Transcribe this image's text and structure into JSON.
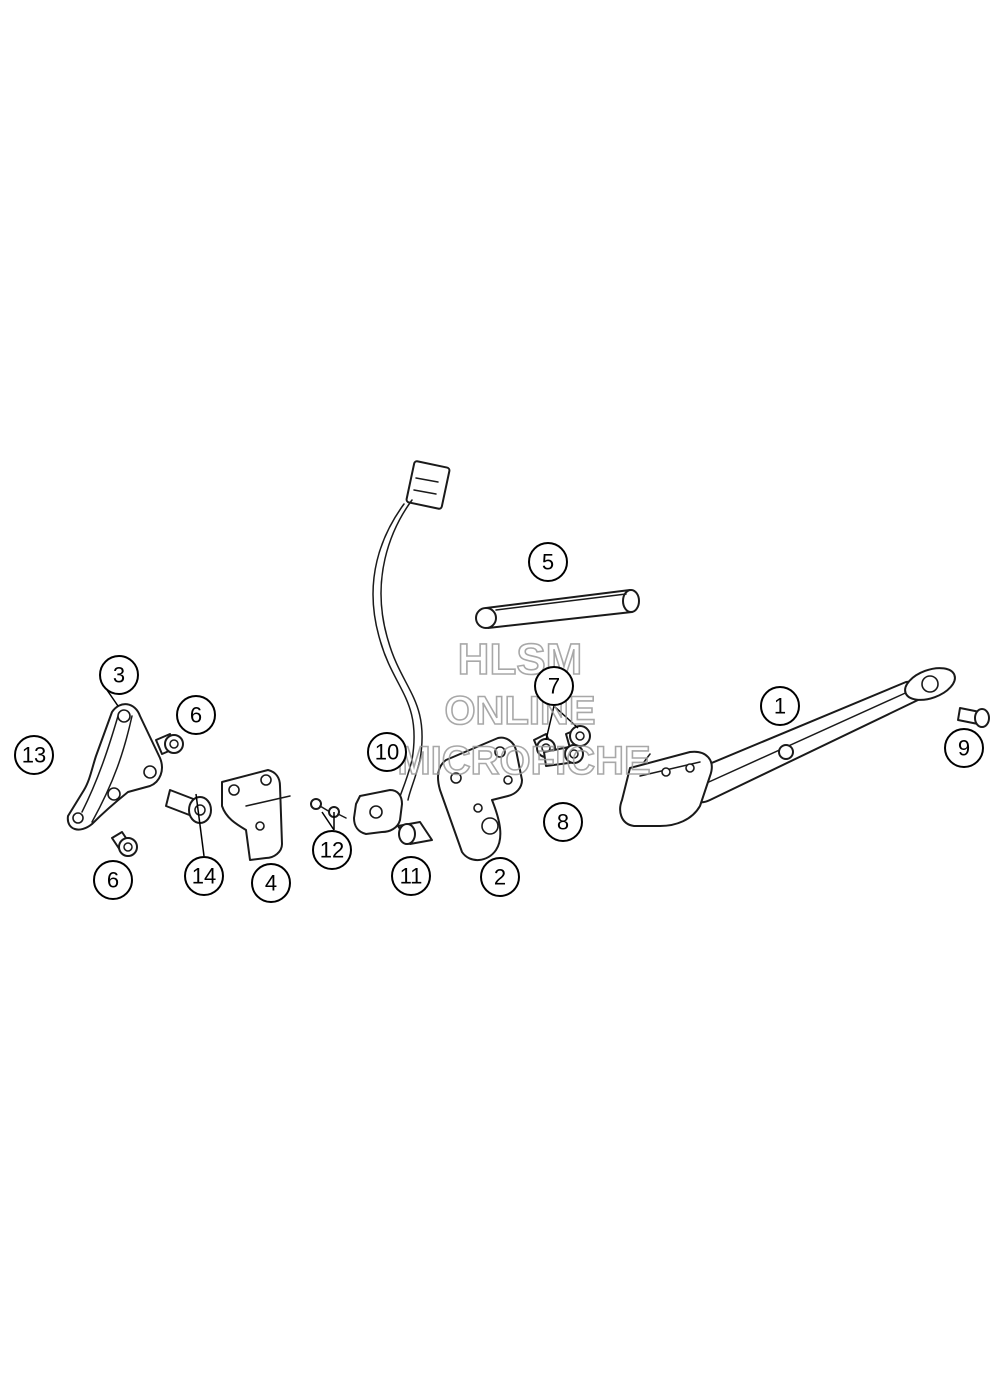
{
  "watermark": {
    "line1": "HLSM",
    "line2": "ONLINE",
    "line3": "MICROFICHE"
  },
  "callouts": [
    {
      "id": "callout-1",
      "label": "1"
    },
    {
      "id": "callout-2",
      "label": "2"
    },
    {
      "id": "callout-3",
      "label": "3"
    },
    {
      "id": "callout-4",
      "label": "4"
    },
    {
      "id": "callout-5",
      "label": "5"
    },
    {
      "id": "callout-6a",
      "label": "6"
    },
    {
      "id": "callout-6b",
      "label": "6"
    },
    {
      "id": "callout-7",
      "label": "7"
    },
    {
      "id": "callout-8",
      "label": "8"
    },
    {
      "id": "callout-9",
      "label": "9"
    },
    {
      "id": "callout-10",
      "label": "10"
    },
    {
      "id": "callout-11",
      "label": "11"
    },
    {
      "id": "callout-12",
      "label": "12"
    },
    {
      "id": "callout-13",
      "label": "13"
    },
    {
      "id": "callout-14",
      "label": "14"
    }
  ]
}
